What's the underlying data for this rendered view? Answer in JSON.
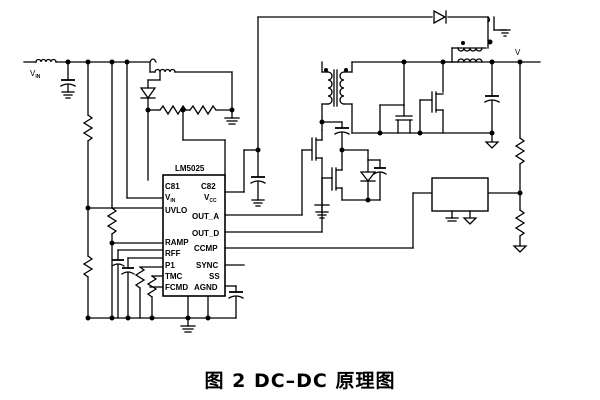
{
  "diagram": {
    "ic": {
      "name": "LM5025",
      "left_pins": [
        "C81",
        "V",
        "UVLO",
        "RAMP",
        "RFF",
        "P1",
        "TMC",
        "FCMD"
      ],
      "vin_sub": "IN",
      "right_pins": [
        "C82",
        "V",
        "OUT_A",
        "OUT_D",
        "CCMP",
        "SYNC",
        "SS",
        "AGND"
      ],
      "vcc_sub": "CC"
    },
    "input_label": "V",
    "input_sub": "IN",
    "output_label": "V"
  },
  "caption": "图 2 DC–DC 原理图"
}
